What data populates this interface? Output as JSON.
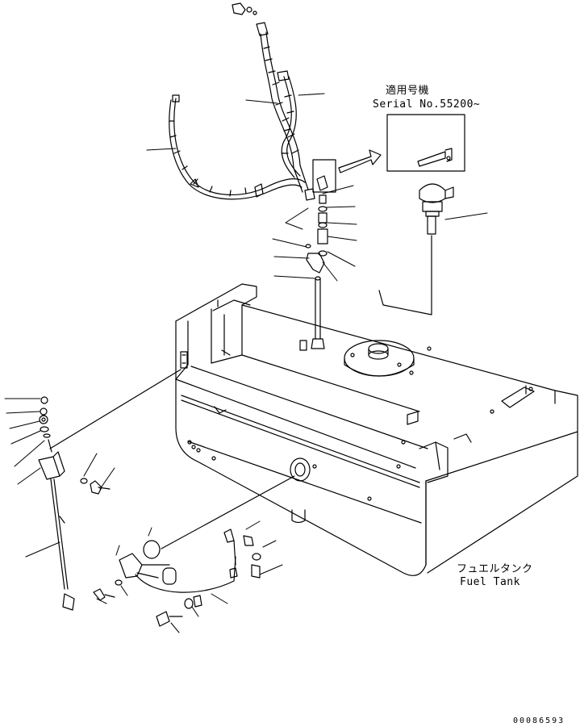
{
  "applicability": {
    "label_jp": "適用号機",
    "serial": "Serial No.55200~"
  },
  "tank": {
    "label_jp": "フュエルタンク",
    "label_en": "Fuel Tank"
  },
  "drawing_number": "00086593"
}
